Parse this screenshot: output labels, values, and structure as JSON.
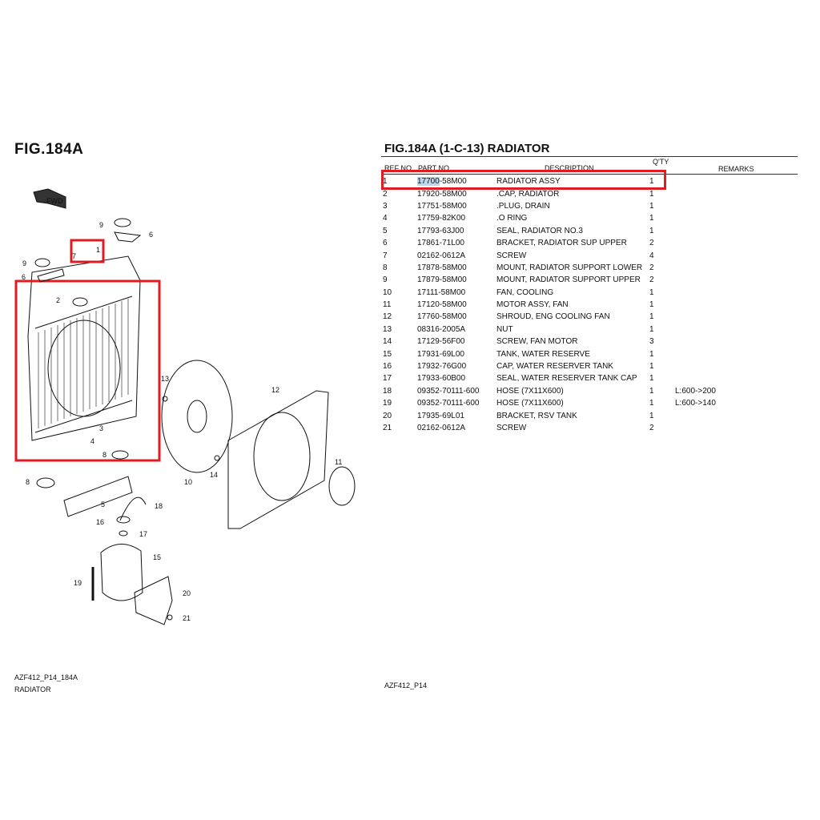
{
  "left_title": "FIG.184A",
  "right_title": "FIG.184A (1-C-13) RADIATOR",
  "header": {
    "ref_no": "REF NO",
    "part_no": "PART NO",
    "description": "DESCRIPTION",
    "qty": "Q'TY",
    "remarks": "REMARKS"
  },
  "rows": [
    {
      "ref": "1",
      "part_hl": "17700",
      "part_rest": "-58M00",
      "desc": "RADIATOR ASSY",
      "qty": "1",
      "remarks": ""
    },
    {
      "ref": "2",
      "part_hl": "",
      "part_rest": "17920-58M00",
      "desc": ".CAP, RADIATOR",
      "qty": "1",
      "remarks": ""
    },
    {
      "ref": "3",
      "part_hl": "",
      "part_rest": "17751-58M00",
      "desc": ".PLUG, DRAIN",
      "qty": "1",
      "remarks": ""
    },
    {
      "ref": "4",
      "part_hl": "",
      "part_rest": "17759-82K00",
      "desc": ".O RING",
      "qty": "1",
      "remarks": ""
    },
    {
      "ref": "5",
      "part_hl": "",
      "part_rest": "17793-63J00",
      "desc": "SEAL, RADIATOR NO.3",
      "qty": "1",
      "remarks": ""
    },
    {
      "ref": "6",
      "part_hl": "",
      "part_rest": "17861-71L00",
      "desc": "BRACKET, RADIATOR SUP UPPER",
      "qty": "2",
      "remarks": ""
    },
    {
      "ref": "7",
      "part_hl": "",
      "part_rest": "02162-0612A",
      "desc": "SCREW",
      "qty": "4",
      "remarks": ""
    },
    {
      "ref": "8",
      "part_hl": "",
      "part_rest": "17878-58M00",
      "desc": "MOUNT, RADIATOR SUPPORT LOWER",
      "qty": "2",
      "remarks": ""
    },
    {
      "ref": "9",
      "part_hl": "",
      "part_rest": "17879-58M00",
      "desc": "MOUNT, RADIATOR SUPPORT UPPER",
      "qty": "2",
      "remarks": ""
    },
    {
      "ref": "10",
      "part_hl": "",
      "part_rest": "17111-58M00",
      "desc": "FAN, COOLING",
      "qty": "1",
      "remarks": ""
    },
    {
      "ref": "11",
      "part_hl": "",
      "part_rest": "17120-58M00",
      "desc": "MOTOR ASSY, FAN",
      "qty": "1",
      "remarks": ""
    },
    {
      "ref": "12",
      "part_hl": "",
      "part_rest": "17760-58M00",
      "desc": "SHROUD, ENG COOLING FAN",
      "qty": "1",
      "remarks": ""
    },
    {
      "ref": "13",
      "part_hl": "",
      "part_rest": "08316-2005A",
      "desc": "NUT",
      "qty": "1",
      "remarks": ""
    },
    {
      "ref": "14",
      "part_hl": "",
      "part_rest": "17129-56F00",
      "desc": "SCREW, FAN MOTOR",
      "qty": "3",
      "remarks": ""
    },
    {
      "ref": "15",
      "part_hl": "",
      "part_rest": "17931-69L00",
      "desc": "TANK, WATER RESERVE",
      "qty": "1",
      "remarks": ""
    },
    {
      "ref": "16",
      "part_hl": "",
      "part_rest": "17932-76G00",
      "desc": "CAP, WATER RESERVER TANK",
      "qty": "1",
      "remarks": ""
    },
    {
      "ref": "17",
      "part_hl": "",
      "part_rest": "17933-60B00",
      "desc": "SEAL, WATER RESERVER TANK CAP",
      "qty": "1",
      "remarks": ""
    },
    {
      "ref": "18",
      "part_hl": "",
      "part_rest": "09352-70111-600",
      "desc": "HOSE (7X11X600)",
      "qty": "1",
      "remarks": "L:600->200"
    },
    {
      "ref": "19",
      "part_hl": "",
      "part_rest": "09352-70111-600",
      "desc": "HOSE (7X11X600)",
      "qty": "1",
      "remarks": "L:600->140"
    },
    {
      "ref": "20",
      "part_hl": "",
      "part_rest": "17935-69L01",
      "desc": "BRACKET, RSV TANK",
      "qty": "1",
      "remarks": ""
    },
    {
      "ref": "21",
      "part_hl": "",
      "part_rest": "02162-0612A",
      "desc": "SCREW",
      "qty": "2",
      "remarks": ""
    }
  ],
  "diagram": {
    "fwd": "FWD",
    "labels": [
      "1",
      "2",
      "3",
      "4",
      "5",
      "6",
      "6",
      "7",
      "8",
      "8",
      "9",
      "9",
      "10",
      "11",
      "12",
      "13",
      "14",
      "15",
      "16",
      "17",
      "18",
      "19",
      "20",
      "21"
    ]
  },
  "footer": {
    "left_code": "AZF412_P14_184A",
    "left_name": "RADIATOR",
    "right_code": "AZF412_P14"
  },
  "colors": {
    "highlight_box": "#e01b22",
    "selection": "#bcd7f0"
  }
}
